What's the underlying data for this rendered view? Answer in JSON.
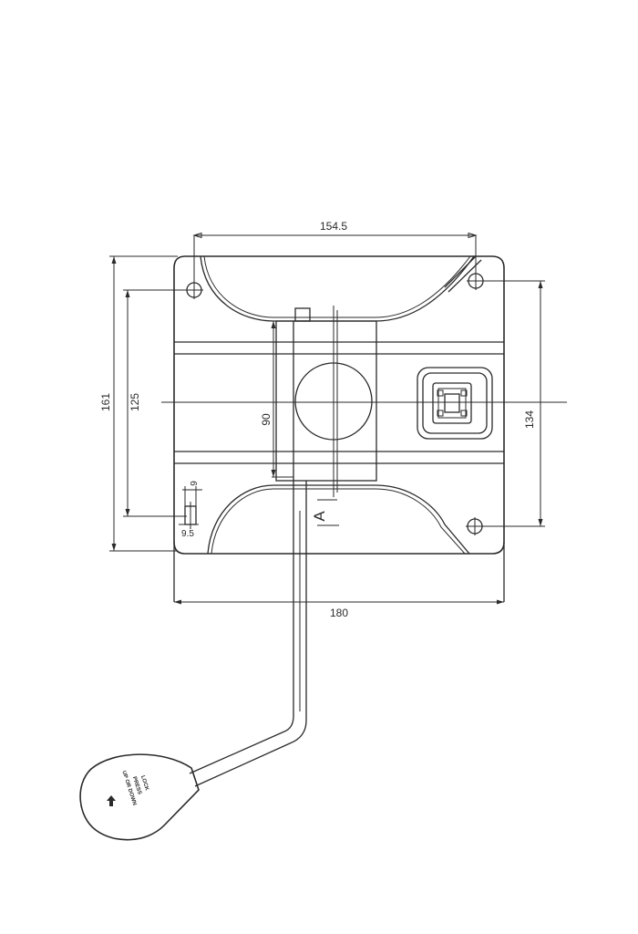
{
  "dimensions": {
    "top_hole_spacing": "154.5",
    "overall_height": "161",
    "inner_height": "125",
    "slot_width": "9",
    "slot_length": "9.5",
    "center_height": "90",
    "right_hole_spacing": "134",
    "overall_width": "180"
  },
  "section_marker": "A",
  "handle": {
    "line1": "LOCK",
    "line2": "PRESS",
    "line3": "UP OR DOWN"
  }
}
